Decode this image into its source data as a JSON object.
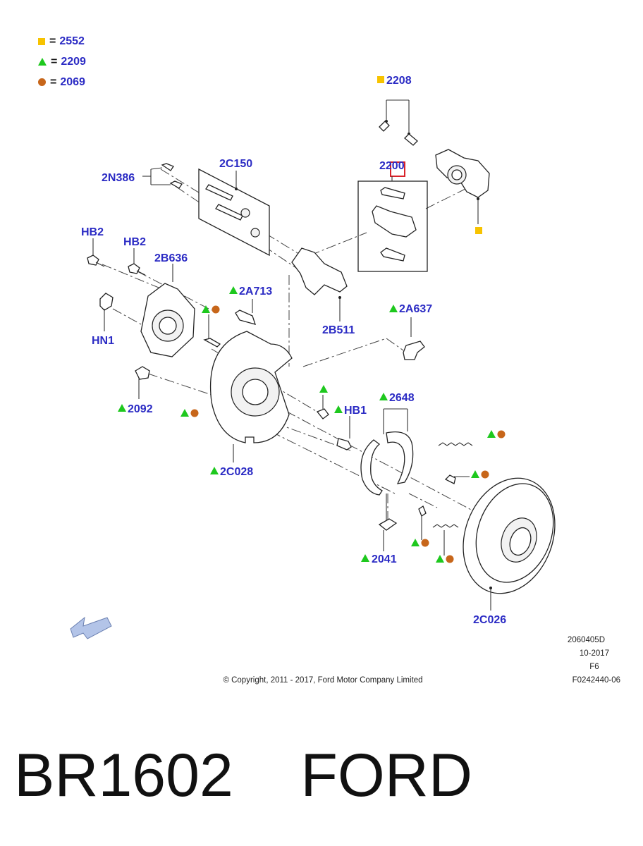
{
  "legend": [
    {
      "symbol": "square",
      "value": "2552"
    },
    {
      "symbol": "triangle",
      "value": "2209"
    },
    {
      "symbol": "circle",
      "value": "2069"
    }
  ],
  "legend_eq": "=",
  "callouts": {
    "c2208": "2208",
    "c2n386": "2N386",
    "c2c150": "2C150",
    "c2200": "2200",
    "chb2a": "HB2",
    "chb2b": "HB2",
    "c2b636": "2B636",
    "c2a713": "2A713",
    "c2a637": "2A637",
    "chn1": "HN1",
    "c2b511": "2B511",
    "c2092": "2092",
    "c2648": "2648",
    "chb1": "HB1",
    "c2c028": "2C028",
    "c2041": "2041",
    "c2c026": "2C026"
  },
  "meta": {
    "doc_number": "2060405D",
    "date": "10-2017",
    "code": "F6",
    "illustration": "F0242440-06",
    "copyright": "© Copyright, 2011 - 2017, Ford Motor Company Limited"
  },
  "caption": {
    "part_number": "BR1602",
    "brand": "FORD"
  },
  "colors": {
    "label_blue": "#2b2bc4",
    "square_yellow": "#f7c300",
    "triangle_green": "#1ec81e",
    "circle_orange": "#c7661a",
    "highlight_red": "#d9232a"
  }
}
